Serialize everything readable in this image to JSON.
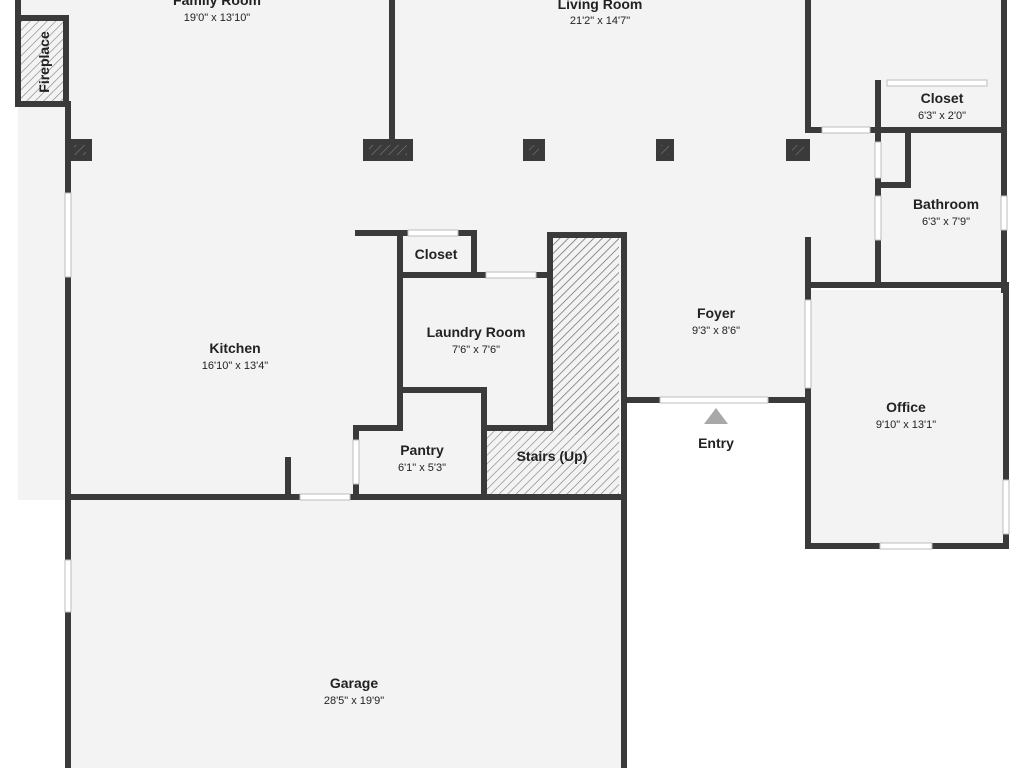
{
  "rooms": {
    "family_room": {
      "name": "Family Room",
      "dims": "19'0\" x 13'10\""
    },
    "living_room": {
      "name": "Living Room",
      "dims": "21'2\" x 14'7\""
    },
    "fireplace": {
      "name": "Fireplace"
    },
    "closet_upper": {
      "name": "Closet",
      "dims": "6'3\" x 2'0\""
    },
    "bathroom": {
      "name": "Bathroom",
      "dims": "6'3\" x 7'9\""
    },
    "closet_kitchen": {
      "name": "Closet"
    },
    "laundry_room": {
      "name": "Laundry Room",
      "dims": "7'6\" x 7'6\""
    },
    "kitchen": {
      "name": "Kitchen",
      "dims": "16'10\" x 13'4\""
    },
    "foyer": {
      "name": "Foyer",
      "dims": "9'3\" x 8'6\""
    },
    "office": {
      "name": "Office",
      "dims": "9'10\" x 13'1\""
    },
    "pantry": {
      "name": "Pantry",
      "dims": "6'1\" x 5'3\""
    },
    "stairs": {
      "name": "Stairs (Up)"
    },
    "garage": {
      "name": "Garage",
      "dims": "28'5\" x 19'9\""
    }
  },
  "entry": {
    "label": "Entry"
  },
  "colors": {
    "wall": "#3a3a3a",
    "floor": "#f3f3f3",
    "hatch": "#7a7a7a",
    "entry_arrow": "#a8a8a8"
  }
}
